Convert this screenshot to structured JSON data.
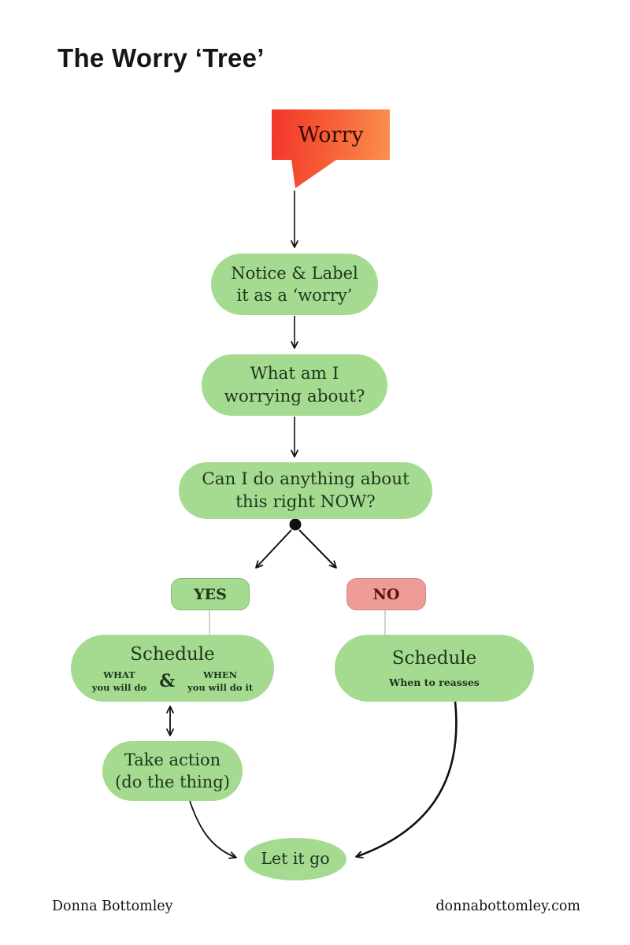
{
  "title": "The Worry ‘Tree’",
  "footer": {
    "author": "Donna Bottomley",
    "website": "donnabottomley.com"
  },
  "colors": {
    "node_green": "#a4db91",
    "node_green_text": "#20361f",
    "no_pink": "#ef9b98",
    "no_text": "#5a140e",
    "worry_red": "#f23a2c",
    "worry_orange": "#fa8d4e",
    "worry_text": "#310b03",
    "connector_black": "#101010",
    "connector_gray": "#b5b5b5"
  },
  "nodes": {
    "worry": {
      "label": "Worry"
    },
    "notice": {
      "line1": "Notice & Label",
      "line2": "it as a ‘worry’"
    },
    "what": {
      "line1": "What am I",
      "line2": "worrying about?"
    },
    "can": {
      "line1": "Can I do anything about",
      "line2": "this right NOW?"
    },
    "yes_badge": {
      "label": "YES"
    },
    "no_badge": {
      "label": "NO"
    },
    "schedule_yes": {
      "title": "Schedule",
      "what_top": "WHAT",
      "what_bottom": "you will do",
      "ampersand": "&",
      "when_top": "WHEN",
      "when_bottom": "you will do it"
    },
    "schedule_no": {
      "title": "Schedule",
      "subtitle": "When to reasses"
    },
    "take_action": {
      "line1": "Take action",
      "line2": "(do the thing)"
    },
    "let_go": {
      "label": "Let it go"
    }
  }
}
